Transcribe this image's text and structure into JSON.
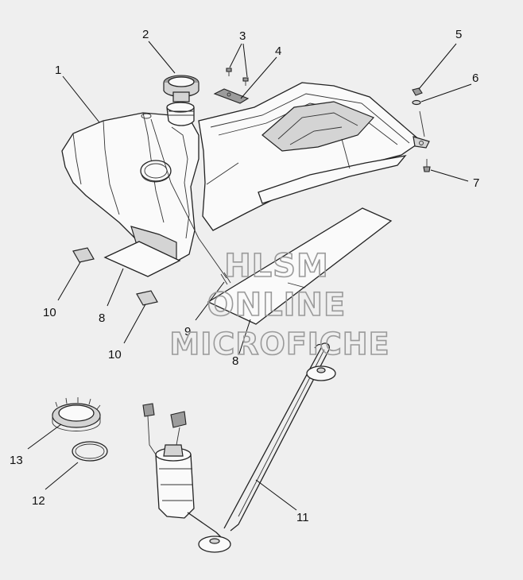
{
  "callouts": [
    {
      "number": "1"
    },
    {
      "number": "2"
    },
    {
      "number": "3"
    },
    {
      "number": "4"
    },
    {
      "number": "5"
    },
    {
      "number": "6"
    },
    {
      "number": "7"
    },
    {
      "number": "8"
    },
    {
      "number": "8"
    },
    {
      "number": "9"
    },
    {
      "number": "10"
    },
    {
      "number": "10"
    },
    {
      "number": "11"
    },
    {
      "number": "12"
    },
    {
      "number": "13"
    }
  ],
  "watermark": {
    "line1": "HLSM",
    "line2": "ONLINE",
    "line3": "MICROFICHE"
  }
}
